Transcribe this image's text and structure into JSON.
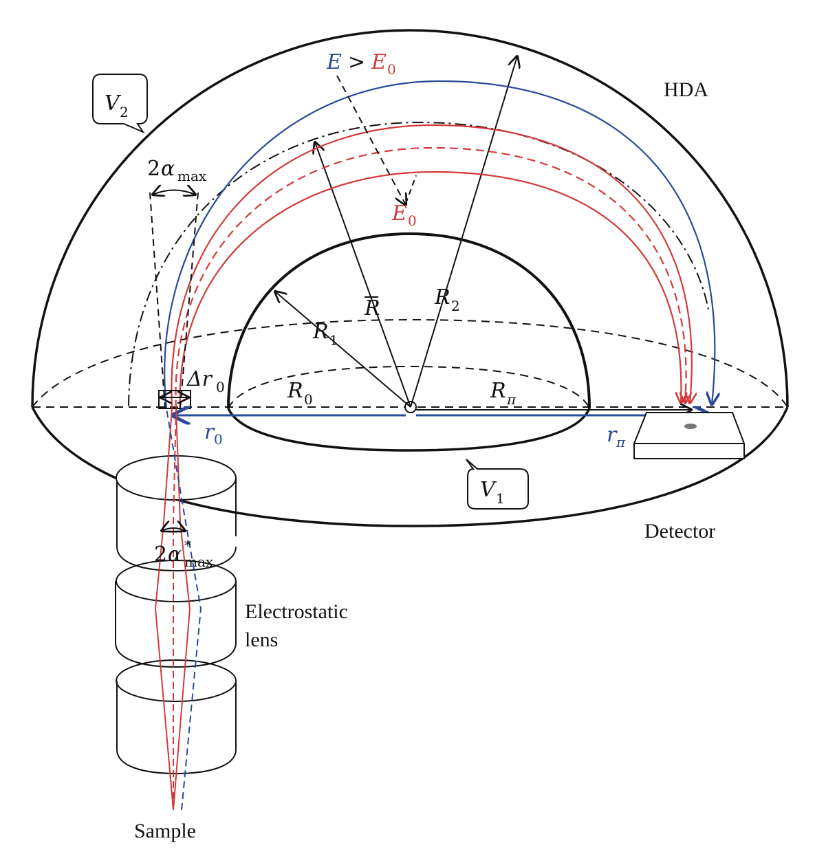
{
  "labels": {
    "hda": "HDA",
    "detector": "Detector",
    "lens_line1": "Electrostatic",
    "lens_line2": "lens",
    "sample": "Sample",
    "v2_main": "V",
    "v2_sub": "2",
    "v1_main": "V",
    "v1_sub": "1",
    "e_gt_e0_E": "E",
    "e_gt_e0_op": ">",
    "e_gt_e0_E0": "E",
    "e_gt_e0_E0_sub": "0",
    "e0_main": "E",
    "e0_sub": "0",
    "r_bar": "R",
    "r1_main": "R",
    "r1_sub": "1",
    "r2_main": "R",
    "r2_sub": "2",
    "r0_main": "R",
    "r0_sub": "0",
    "rpi_main": "R",
    "rpi_sub": "π",
    "small_r0_main": "r",
    "small_r0_sub": "0",
    "small_rpi_main": "r",
    "small_rpi_sub": "π",
    "delta_r0_main": "Δr",
    "delta_r0_sub": "0",
    "alpha_max_coef": "2",
    "alpha_max_sym": "α",
    "alpha_max_sub": "max",
    "alpha_star_coef": "2",
    "alpha_star_sym": "α",
    "alpha_star_sup": "*",
    "alpha_star_sub": "max"
  },
  "colors": {
    "line": "#111111",
    "blue": "#2a4a9a",
    "red": "#d23a3a"
  }
}
